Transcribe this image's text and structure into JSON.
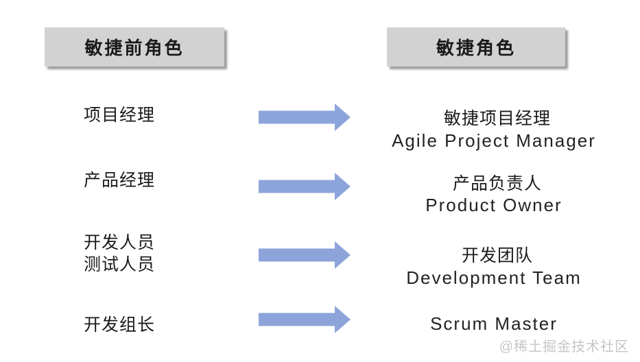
{
  "diagram": {
    "headers": {
      "before": "敏捷前角色",
      "after": "敏捷角色"
    },
    "rows": [
      {
        "before_lines": [
          "项目经理"
        ],
        "after_zh": "敏捷项目经理",
        "after_en": "Agile Project Manager"
      },
      {
        "before_lines": [
          "产品经理"
        ],
        "after_zh": "产品负责人",
        "after_en": "Product Owner"
      },
      {
        "before_lines": [
          "开发人员",
          "测试人员"
        ],
        "after_zh": "开发团队",
        "after_en": "Development Team"
      },
      {
        "before_lines": [
          "开发组长"
        ],
        "after_en": "Scrum Master"
      }
    ],
    "watermark": "@稀土掘金技术社区"
  },
  "colors": {
    "arrow": "#8da4da",
    "header_bg": "#d2d2d2",
    "header_shadow": "#9b9b9b",
    "text": "#1a1a1a",
    "watermark": "#c6c6c6"
  }
}
